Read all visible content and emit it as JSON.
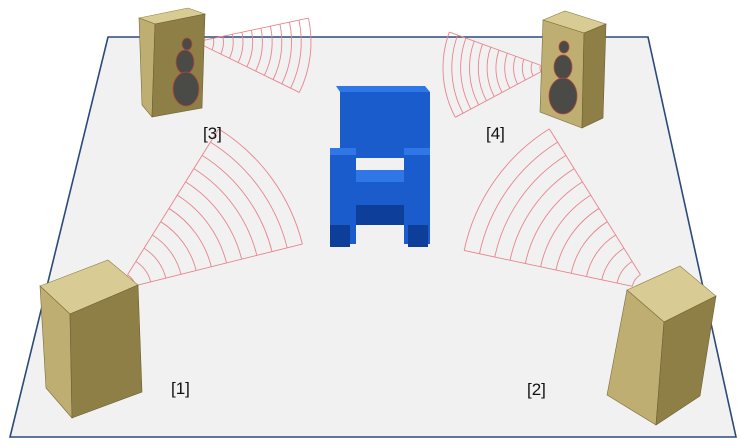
{
  "colors": {
    "floor_fill": "#f1f1f2",
    "floor_edge": "#2b4a78",
    "speaker_front": "#bfae72",
    "speaker_side": "#8e7f47",
    "speaker_top": "#d8cb93",
    "driver": "#4a4a47",
    "driver_rim": "#b44a3a",
    "sound_wave": "#e8848c",
    "chair_front": "#1a5ccc",
    "chair_side": "#0d3f9a",
    "chair_top": "#2f77e6",
    "label_text": "#111111"
  },
  "speakers": [
    {
      "id": "1",
      "label": "[1]",
      "icon": "speaker-box-back-view"
    },
    {
      "id": "2",
      "label": "[2]",
      "icon": "speaker-box-back-view"
    },
    {
      "id": "3",
      "label": "[3]",
      "icon": "speaker-box-front-view"
    },
    {
      "id": "4",
      "label": "[4]",
      "icon": "speaker-box-front-view"
    }
  ],
  "listener": {
    "icon": "armchair"
  }
}
